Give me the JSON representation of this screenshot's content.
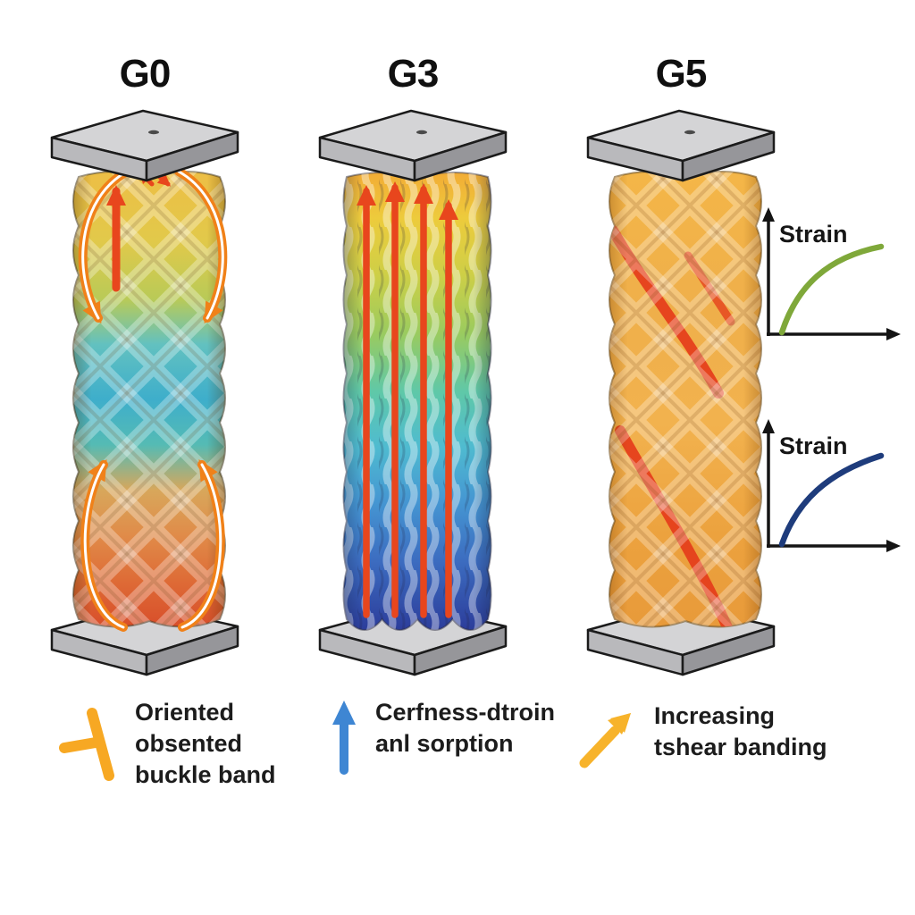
{
  "page": {
    "background": "#ffffff",
    "type": "scientific-figure"
  },
  "panels": [
    {
      "title": "G0",
      "column_style": "biaxial braided column",
      "colormap": [
        "#EDBE45",
        "#B9CA57",
        "#3EAECB",
        "#E08B49",
        "#D84E2A"
      ],
      "overlay_arrows": "orange circulation loops on both halves plus red axial arrow and small chevrons at top",
      "arrow_colors": {
        "loops": "#F08119",
        "axial": "#E8461D"
      }
    },
    {
      "title": "G3",
      "column_style": "vertical twisted strands",
      "colormap": [
        "#F2AC35",
        "#CFCF46",
        "#5FC8A8",
        "#4596D2",
        "#2C3D9B"
      ],
      "overlay_arrows": "four red vertical arrows pointing up",
      "arrow_colors": {
        "axial": "#E8461D"
      }
    },
    {
      "title": "G5",
      "column_style": "biaxial braided column, amber",
      "colormap": [
        "#F4B648",
        "#EFAF4A",
        "#E89A3A"
      ],
      "overlay_arrows": "red diagonal shear bands",
      "arrow_colors": {
        "shear_band": "#E23C1F"
      }
    }
  ],
  "plate_colors": {
    "top_face": "#D4D4D6",
    "front_face": "#B9B9BC",
    "side_face": "#96969A",
    "outline": "#1B1B1B"
  },
  "mini_charts": [
    {
      "label": "Strain",
      "curve_color": "#7FA83A"
    },
    {
      "label": "Strain",
      "curve_color": "#1E3C7C"
    }
  ],
  "captions": [
    {
      "icon": "buckle-band-icon",
      "icon_color": "#F7A823",
      "lines": [
        "Oriented",
        "obsented",
        "buckle band"
      ]
    },
    {
      "icon": "up-arrow-icon",
      "icon_color": "#3E86D3",
      "lines": [
        "Cerfness-dtroin",
        "anl sorption"
      ]
    },
    {
      "icon": "shear-arrow-icon",
      "icon_color": "#F7B32B",
      "lines": [
        "Increasing",
        "tshear banding"
      ]
    }
  ],
  "chart_data": [
    {
      "type": "line",
      "title": "",
      "xlabel": "",
      "ylabel": "Strain",
      "x": [
        0,
        0.15,
        0.35,
        0.6,
        0.8,
        1.0
      ],
      "series": [
        {
          "name": "strain response (top, green)",
          "color": "#7FA83A",
          "values": [
            0,
            0.35,
            0.62,
            0.8,
            0.92,
            1.0
          ]
        }
      ],
      "axes": "arrow-tipped axes, no ticks, no gridlines",
      "legend": "none"
    },
    {
      "type": "line",
      "title": "",
      "xlabel": "",
      "ylabel": "Strain",
      "x": [
        0,
        0.15,
        0.35,
        0.6,
        0.8,
        1.0
      ],
      "series": [
        {
          "name": "strain response (bottom, navy)",
          "color": "#1E3C7C",
          "values": [
            0,
            0.35,
            0.62,
            0.8,
            0.92,
            1.0
          ]
        }
      ],
      "axes": "arrow-tipped axes, no ticks, no gridlines",
      "legend": "none"
    }
  ]
}
